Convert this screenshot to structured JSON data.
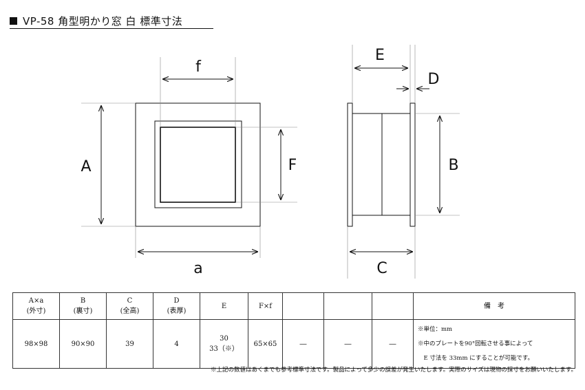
{
  "title": "VP-58 角型明かり窓 白 標準寸法",
  "dimension_labels": {
    "f": "f",
    "A": "A",
    "F": "F",
    "a": "a",
    "E": "E",
    "D": "D",
    "B": "B",
    "C": "C"
  },
  "table": {
    "headers": [
      {
        "line1": "A×a",
        "line2": "(外寸)"
      },
      {
        "line1": "B",
        "line2": "(裏寸)"
      },
      {
        "line1": "C",
        "line2": "(全高)"
      },
      {
        "line1": "D",
        "line2": "(表厚)"
      },
      {
        "line1": "E",
        "line2": ""
      },
      {
        "line1": "F×f",
        "line2": ""
      },
      {
        "line1": "",
        "line2": ""
      },
      {
        "line1": "",
        "line2": ""
      },
      {
        "line1": "",
        "line2": ""
      },
      {
        "line1": "備　考",
        "line2": ""
      }
    ],
    "row": {
      "Aa": "98×98",
      "B": "90×90",
      "C": "39",
      "D": "4",
      "E_line1": "30",
      "E_line2": "33（※）",
      "Ff": "65×65",
      "blank1": "―",
      "blank2": "―",
      "blank3": "―",
      "notes": [
        "※単位：mm",
        "※中のプレートを90°回転させる事によって",
        "　E 寸法を 33mm にすることが可能です。"
      ]
    }
  },
  "footnote": "※上記の数値はあくまでも参考標準寸法です。製品によって多少の誤差が発生いたします。実際のサイズは現物の採寸をお願いいたします。"
}
